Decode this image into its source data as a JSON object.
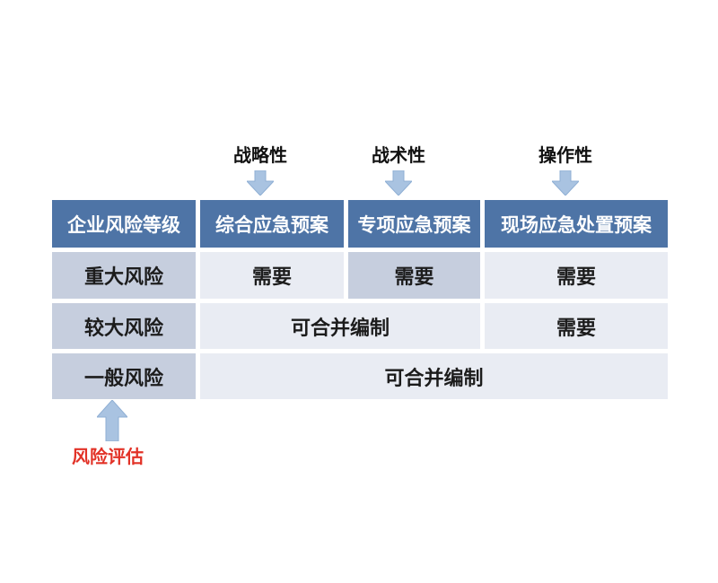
{
  "colors": {
    "header_bg": "#4E74A6",
    "header_text": "#FFFFFF",
    "shaded_cell_bg": "#C6CEDE",
    "light_cell_bg": "#E9ECF3",
    "body_text": "#1C1C1C",
    "arrow_fill": "#A9C3E1",
    "arrow_border": "#8FAFD4",
    "assessment_label_color": "#E23227"
  },
  "top_annotations": [
    {
      "label": "战略性"
    },
    {
      "label": "战术性"
    },
    {
      "label": "操作性"
    }
  ],
  "table": {
    "columns": [
      "企业风险等级",
      "综合应急预案",
      "专项应急预案",
      "现场应急处置预案"
    ],
    "rows": [
      {
        "level": "重大风险",
        "cells": [
          {
            "text": "需要"
          },
          {
            "text": "需要"
          },
          {
            "text": "需要"
          }
        ]
      },
      {
        "level": "较大风险",
        "cells": [
          {
            "text": "可合并编制"
          },
          {
            "text": "需要"
          }
        ]
      },
      {
        "level": "一般风险",
        "cells": [
          {
            "text": "可合并编制"
          }
        ]
      }
    ]
  },
  "bottom_annotation": {
    "label": "风险评估"
  }
}
